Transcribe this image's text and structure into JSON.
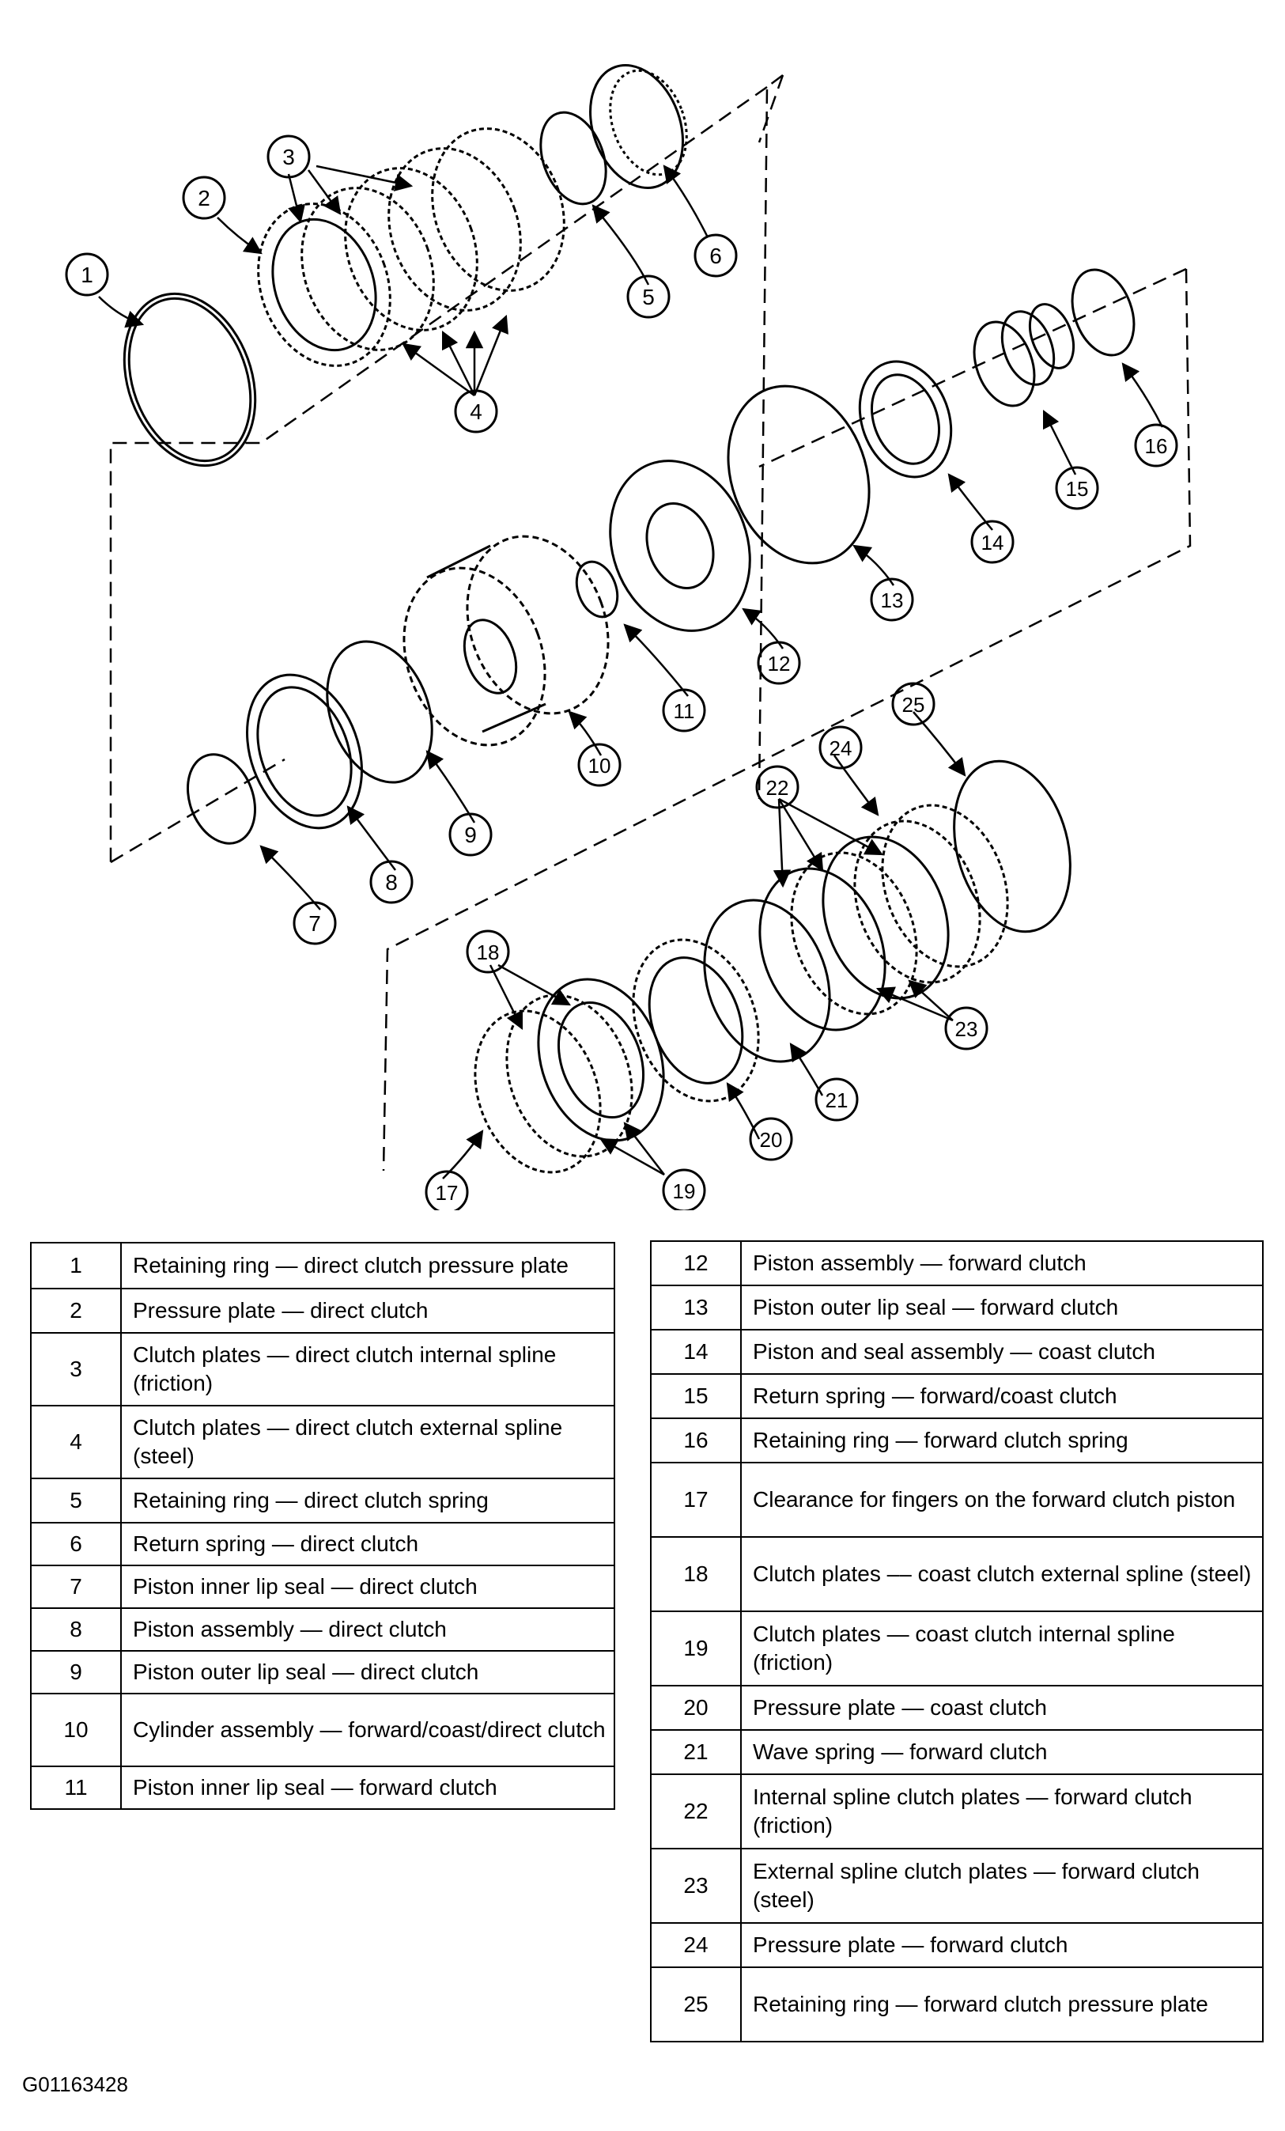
{
  "diagram": {
    "callouts": [
      "1",
      "2",
      "3",
      "4",
      "5",
      "6",
      "7",
      "8",
      "9",
      "10",
      "11",
      "12",
      "13",
      "14",
      "15",
      "16",
      "17",
      "18",
      "19",
      "20",
      "21",
      "22",
      "23",
      "24",
      "25"
    ]
  },
  "legend_left": [
    {
      "num": "1",
      "desc": "Retaining ring — direct clutch pressure plate"
    },
    {
      "num": "2",
      "desc": "Pressure plate — direct clutch"
    },
    {
      "num": "3",
      "desc": "Clutch plates — direct clutch internal spline (friction)"
    },
    {
      "num": "4",
      "desc": "Clutch plates — direct clutch external spline (steel)"
    },
    {
      "num": "5",
      "desc": "Retaining ring — direct clutch spring"
    },
    {
      "num": "6",
      "desc": "Return spring — direct clutch"
    },
    {
      "num": "7",
      "desc": "Piston inner lip seal — direct clutch"
    },
    {
      "num": "8",
      "desc": "Piston assembly — direct clutch"
    },
    {
      "num": "9",
      "desc": "Piston outer lip seal — direct clutch"
    },
    {
      "num": "10",
      "desc": "Cylinder assembly — forward/coast/direct clutch"
    },
    {
      "num": "11",
      "desc": "Piston inner lip seal — forward clutch"
    }
  ],
  "legend_right": [
    {
      "num": "12",
      "desc": "Piston assembly — forward clutch"
    },
    {
      "num": "13",
      "desc": "Piston outer lip seal — forward clutch"
    },
    {
      "num": "14",
      "desc": "Piston and seal assembly — coast clutch"
    },
    {
      "num": "15",
      "desc": "Return spring — forward/coast clutch"
    },
    {
      "num": "16",
      "desc": "Retaining ring — forward clutch spring"
    },
    {
      "num": "17",
      "desc": "Clearance for fingers on the forward clutch piston"
    },
    {
      "num": "18",
      "desc": "Clutch plates –– coast clutch external spline (steel)"
    },
    {
      "num": "19",
      "desc": "Clutch plates — coast clutch internal spline (friction)"
    },
    {
      "num": "20",
      "desc": "Pressure plate — coast clutch"
    },
    {
      "num": "21",
      "desc": "Wave spring — forward clutch"
    },
    {
      "num": "22",
      "desc": "Internal spline clutch plates — forward clutch (friction)"
    },
    {
      "num": "23",
      "desc": "External spline clutch plates — forward clutch (steel)"
    },
    {
      "num": "24",
      "desc": "Pressure plate — forward clutch"
    },
    {
      "num": "25",
      "desc": "Retaining ring — forward clutch pressure plate"
    }
  ],
  "figure_id": "G01163428"
}
